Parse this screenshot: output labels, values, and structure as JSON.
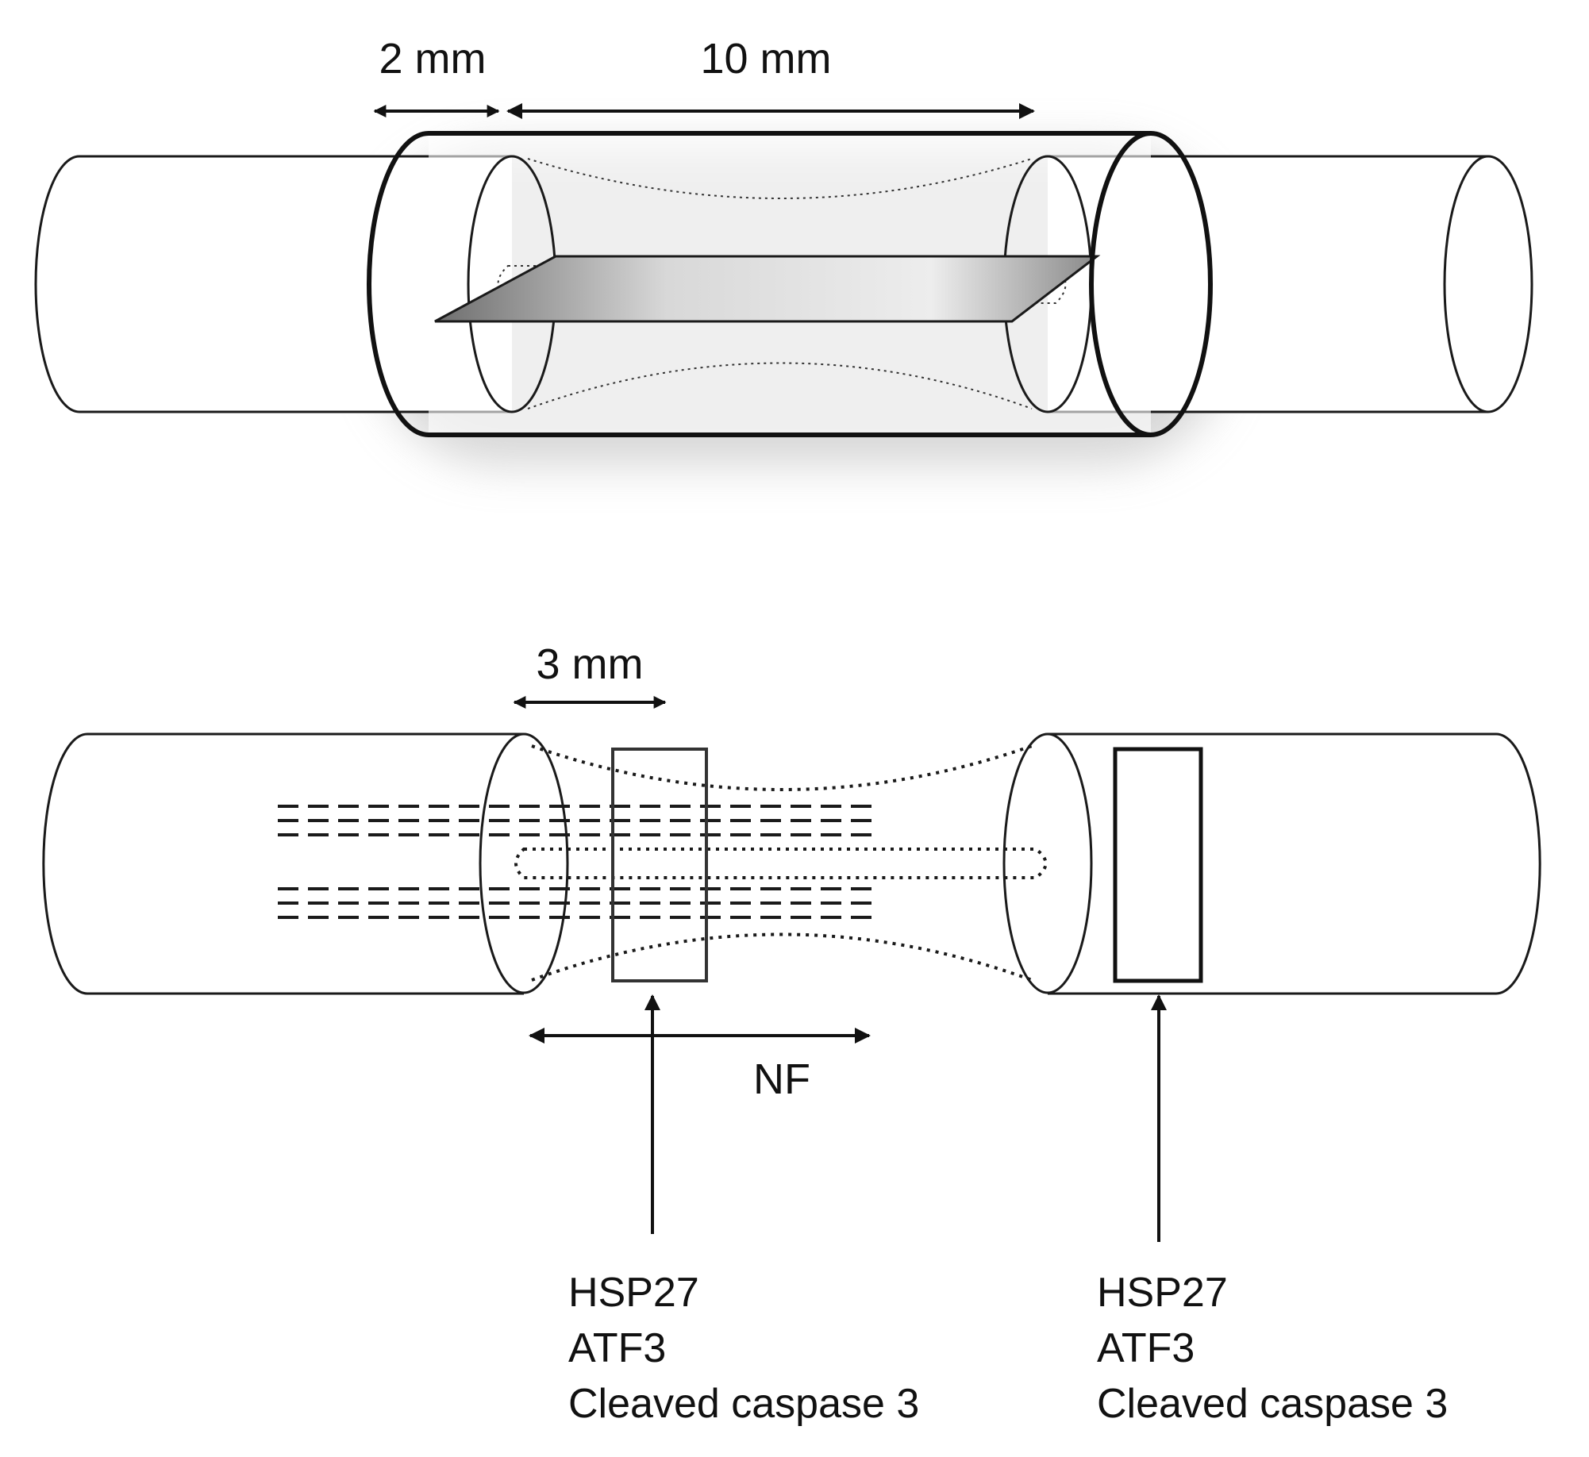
{
  "top_panel": {
    "dim_short": "2 mm",
    "dim_long": "10 mm"
  },
  "bottom_panel": {
    "dim_sample": "3 mm",
    "nf_label": "NF",
    "markers_proximal": [
      "HSP27",
      "ATF3",
      "Cleaved caspase 3"
    ],
    "markers_distal": [
      "HSP27",
      "ATF3",
      "Cleaved caspase 3"
    ]
  },
  "colors": {
    "line": "#1a1a1a",
    "graft_fill": "#9a9a9a",
    "tube_glow": "#bdbdbd"
  }
}
